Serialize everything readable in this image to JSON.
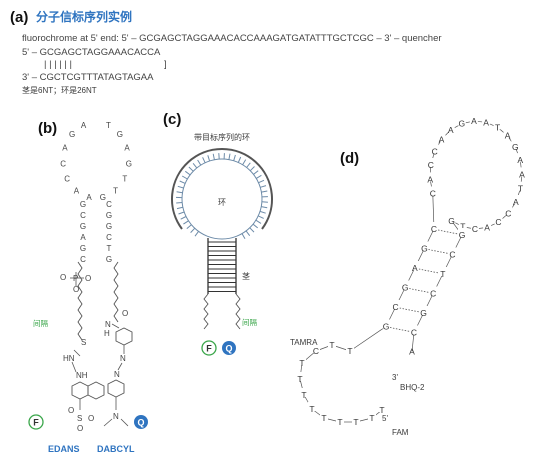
{
  "panel_a": {
    "label": "(a)",
    "title": "分子信标序列实例",
    "line1": "fluorochrome at 5' end: 5' – GCGAGCTAGGAAACACCAAAGATGATATTTGCTCGC – 3' – quencher",
    "line2": "5' – GCGAGCTAGGAAACACCA",
    "bonds": "| | | | | |",
    "bracket": "]",
    "line3": "3' – CGCTCGTTTATAGTAGAA",
    "note": "茎是6NT；环是26NT"
  },
  "panel_b": {
    "label": "(b)",
    "loop_letters": [
      "A",
      "G",
      "A",
      "C",
      "C",
      "A",
      "A",
      "G",
      "T",
      "T",
      "G",
      "A",
      "G",
      "T"
    ],
    "stem_left": [
      "G",
      "C",
      "G",
      "A",
      "G",
      "C"
    ],
    "stem_right": [
      "C",
      "G",
      "G",
      "C",
      "T",
      "G"
    ],
    "linker_label": "间隔",
    "labels_left": [
      "O",
      "P",
      "O",
      "O",
      "S",
      "HN",
      "NH",
      "O",
      "S",
      "O",
      "O"
    ],
    "labels_right": [
      "O",
      "N",
      "H",
      "N",
      "N",
      "N"
    ],
    "fluor": "F",
    "quencher": "Q",
    "edans": "EDANS",
    "dabcyl": "DABCYL"
  },
  "panel_c": {
    "label": "(c)",
    "loop_caption": "带目标序列的环",
    "loop_label": "环",
    "stem_label": "茎",
    "linker_label": "间隔",
    "fluor": "F",
    "quencher": "Q"
  },
  "panel_d": {
    "label": "(d)",
    "loop_letters": [
      "C",
      "A",
      "C",
      "C",
      "A",
      "A",
      "G",
      "A",
      "A",
      "T",
      "A",
      "G",
      "A",
      "A",
      "T",
      "A",
      "C",
      "C",
      "A",
      "C",
      "T",
      "G"
    ],
    "stem_left": [
      "C",
      "G",
      "A",
      "G",
      "C",
      "G"
    ],
    "stem_right": [
      "G",
      "C",
      "T",
      "C",
      "G",
      "C"
    ],
    "tail_letters": [
      "T",
      "T",
      "C",
      "T",
      "T",
      "T",
      "T",
      "T",
      "T",
      "T",
      "T",
      "T"
    ],
    "tamra": "TAMRA",
    "bhq": "BHQ-2",
    "fam": "FAM",
    "three_prime": "3'",
    "five_prime": "5'"
  },
  "colors": {
    "fluor_green": "#3aa64a",
    "quencher_blue": "#2f74c0",
    "title_blue": "#2f74c0",
    "hatch": "#6d8ba8"
  }
}
